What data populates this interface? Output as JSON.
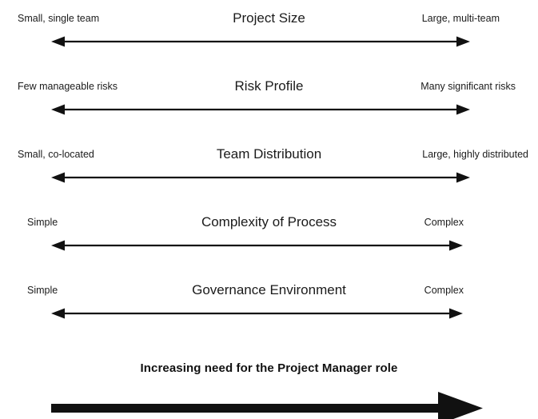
{
  "diagram": {
    "title": "Increasing need for the Project Manager role",
    "background_color": "#ffffff",
    "line_color": "#111111",
    "rows": [
      {
        "title": "Project Size",
        "left_label": "Small, single team",
        "right_label": "Large, multi-team"
      },
      {
        "title": "Risk Profile",
        "left_label": "Few manageable risks",
        "right_label": "Many significant risks"
      },
      {
        "title": "Team Distribution",
        "left_label": "Small, co-located",
        "right_label": "Large, highly distributed"
      },
      {
        "title": "Complexity of Process",
        "left_label": "Simple",
        "right_label": "Complex"
      },
      {
        "title": "Governance Environment",
        "left_label": "Simple",
        "right_label": "Complex"
      }
    ],
    "banner": {
      "caption": "Increasing need for the Project Manager role"
    }
  }
}
